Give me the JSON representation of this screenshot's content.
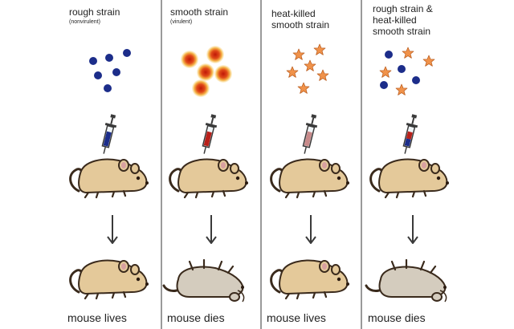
{
  "panels": [
    {
      "title": "rough strain",
      "subtitle": "(nonvirulent)",
      "outcome": "mouse lives"
    },
    {
      "title": "smooth strain",
      "subtitle": "(virulent)",
      "outcome": "mouse dies"
    },
    {
      "title": "heat-killed",
      "title2": "smooth strain",
      "outcome": "mouse lives"
    },
    {
      "title": "rough strain &",
      "title2": "heat-killed",
      "title3": "smooth strain",
      "outcome": "mouse dies"
    }
  ],
  "colors": {
    "rough": "#1c2d8a",
    "smooth_core": "#d02010",
    "smooth_glow": "#f6c24a",
    "heat_killed": "#f0924a",
    "mouse_live": "#e4c99a",
    "mouse_dead": "#d4ccbe",
    "divider": "#9a9a9a"
  }
}
